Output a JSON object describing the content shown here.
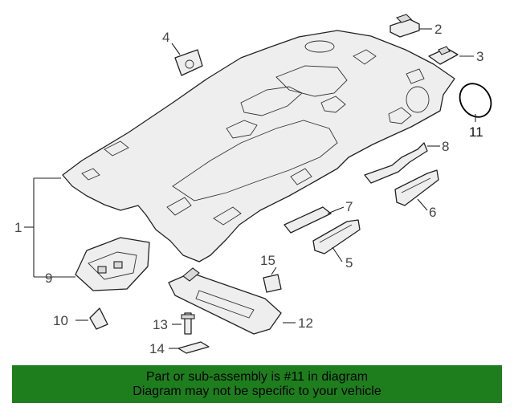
{
  "diagram": {
    "callouts": {
      "c1": "1",
      "c2": "2",
      "c3": "3",
      "c4": "4",
      "c5": "5",
      "c6": "6",
      "c7": "7",
      "c8": "8",
      "c9": "9",
      "c10": "10",
      "c11": "11",
      "c12": "12",
      "c13": "13",
      "c14": "14",
      "c15": "15"
    },
    "highlighted_part": "11",
    "line_color": "#222222",
    "part_fill": "#eeeeee"
  },
  "banner": {
    "line1": "Part or sub-assembly is #11 in diagram",
    "line2": "Diagram may not be specific to your vehicle",
    "background": "#1e7e1e"
  }
}
